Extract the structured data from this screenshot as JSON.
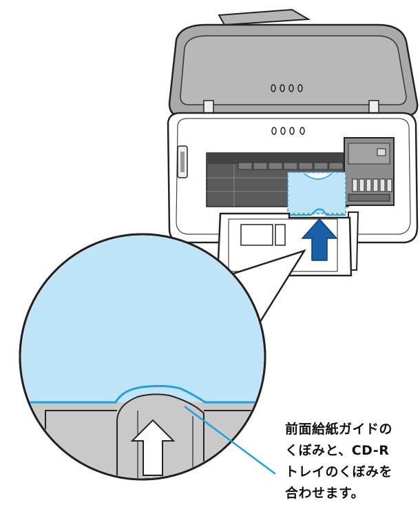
{
  "caption": {
    "lines": [
      "前面給紙ガイドの",
      "くぼみと、CD-R",
      "トレイのくぼみを",
      "合わせます。"
    ]
  },
  "colors": {
    "tray_blue": "#bfe4f7",
    "line_blue": "#1ea0dc",
    "arrow_blue": "#1b5fa8",
    "printer_gray": "#9c9c9c",
    "panel_gray": "#c9c9c9",
    "dark_slot": "#3f3f3f"
  },
  "icons": [
    "up-arrow-icon",
    "guide-arrow-icon",
    "power-buttons-icon"
  ]
}
